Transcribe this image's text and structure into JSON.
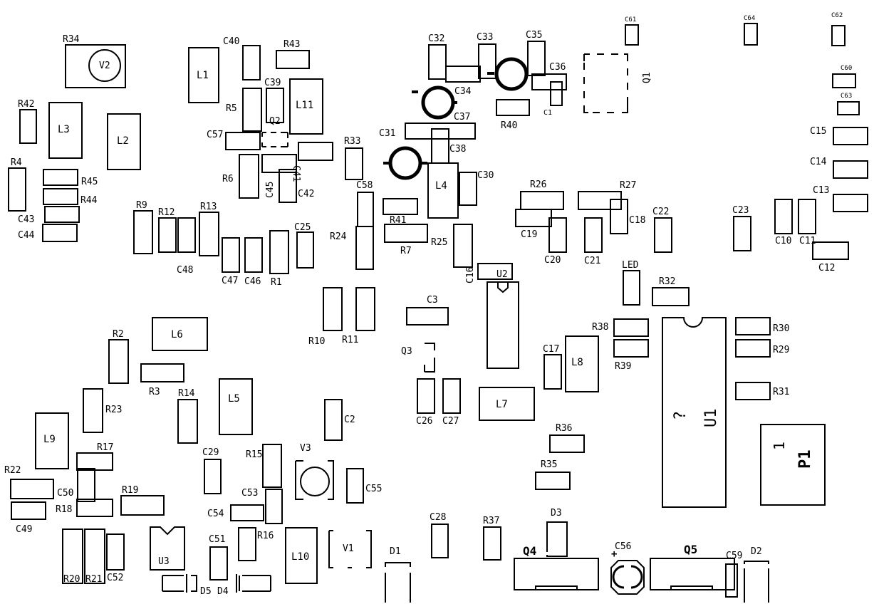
{
  "components": [
    {
      "id": "R34",
      "label": "R34"
    },
    {
      "id": "V2",
      "label": "V2"
    },
    {
      "id": "R42",
      "label": "R42"
    },
    {
      "id": "L3",
      "label": "L3"
    },
    {
      "id": "L2",
      "label": "L2"
    },
    {
      "id": "R4",
      "label": "R4"
    },
    {
      "id": "R45",
      "label": "R45"
    },
    {
      "id": "R44",
      "label": "R44"
    },
    {
      "id": "C43",
      "label": "C43"
    },
    {
      "id": "C44",
      "label": "C44"
    },
    {
      "id": "L1",
      "label": "L1"
    },
    {
      "id": "C40",
      "label": "C40"
    },
    {
      "id": "R43",
      "label": "R43"
    },
    {
      "id": "R5",
      "label": "R5"
    },
    {
      "id": "C39",
      "label": "C39"
    },
    {
      "id": "L11",
      "label": "L11"
    },
    {
      "id": "Q2",
      "label": "Q2"
    },
    {
      "id": "C57",
      "label": "C57"
    },
    {
      "id": "C41",
      "label": "C41"
    },
    {
      "id": "R6",
      "label": "R6"
    },
    {
      "id": "C45",
      "label": "C45"
    },
    {
      "id": "C42",
      "label": "C42"
    },
    {
      "id": "R9",
      "label": "R9"
    },
    {
      "id": "R12",
      "label": "R12"
    },
    {
      "id": "R13",
      "label": "R13"
    },
    {
      "id": "C48",
      "label": "C48"
    },
    {
      "id": "C47",
      "label": "C47"
    },
    {
      "id": "C46",
      "label": "C46"
    },
    {
      "id": "R1",
      "label": "R1"
    },
    {
      "id": "C25",
      "label": "C25"
    },
    {
      "id": "R33",
      "label": "R33"
    },
    {
      "id": "C58",
      "label": "C58"
    },
    {
      "id": "R24",
      "label": "R24"
    },
    {
      "id": "C32",
      "label": "C32"
    },
    {
      "id": "C33",
      "label": "C33"
    },
    {
      "id": "C35",
      "label": "C35"
    },
    {
      "id": "C36",
      "label": "C36"
    },
    {
      "id": "C34",
      "label": "C34"
    },
    {
      "id": "C1",
      "label": "C1"
    },
    {
      "id": "C37",
      "label": "C37"
    },
    {
      "id": "R40",
      "label": "R40"
    },
    {
      "id": "C31",
      "label": "C31"
    },
    {
      "id": "C38",
      "label": "C38"
    },
    {
      "id": "L4",
      "label": "L4"
    },
    {
      "id": "C30",
      "label": "C30"
    },
    {
      "id": "R41",
      "label": "R41"
    },
    {
      "id": "R7",
      "label": "R7"
    },
    {
      "id": "R25",
      "label": "R25"
    },
    {
      "id": "C16",
      "label": "C16"
    },
    {
      "id": "U2",
      "label": "U2"
    },
    {
      "id": "Q1",
      "label": "Q1"
    },
    {
      "id": "C61",
      "label": "C61"
    },
    {
      "id": "C64",
      "label": "C64"
    },
    {
      "id": "C62",
      "label": "C62"
    },
    {
      "id": "C60",
      "label": "C60"
    },
    {
      "id": "C63",
      "label": "C63"
    },
    {
      "id": "C15",
      "label": "C15"
    },
    {
      "id": "C14",
      "label": "C14"
    },
    {
      "id": "C13",
      "label": "C13"
    },
    {
      "id": "R26",
      "label": "R26"
    },
    {
      "id": "R27",
      "label": "R27"
    },
    {
      "id": "C19",
      "label": "C19"
    },
    {
      "id": "C20",
      "label": "C20"
    },
    {
      "id": "C21",
      "label": "C21"
    },
    {
      "id": "C18",
      "label": "C18"
    },
    {
      "id": "C22",
      "label": "C22"
    },
    {
      "id": "C23",
      "label": "C23"
    },
    {
      "id": "C10",
      "label": "C10"
    },
    {
      "id": "C11",
      "label": "C11"
    },
    {
      "id": "C12",
      "label": "C12"
    },
    {
      "id": "LED",
      "label": "LED"
    },
    {
      "id": "R32",
      "label": "R32"
    },
    {
      "id": "R10",
      "label": "R10"
    },
    {
      "id": "R11",
      "label": "R11"
    },
    {
      "id": "C3",
      "label": "C3"
    },
    {
      "id": "Q3",
      "label": "Q3"
    },
    {
      "id": "C26",
      "label": "C26"
    },
    {
      "id": "C27",
      "label": "C27"
    },
    {
      "id": "L7",
      "label": "L7"
    },
    {
      "id": "C17",
      "label": "C17"
    },
    {
      "id": "L8",
      "label": "L8"
    },
    {
      "id": "R38",
      "label": "R38"
    },
    {
      "id": "R39",
      "label": "R39"
    },
    {
      "id": "R30",
      "label": "R30"
    },
    {
      "id": "R29",
      "label": "R29"
    },
    {
      "id": "R31",
      "label": "R31"
    },
    {
      "id": "U1",
      "label": "U1"
    },
    {
      "id": "U1-mark",
      "label": "?"
    },
    {
      "id": "P1",
      "label": "P1"
    },
    {
      "id": "P1-pin",
      "label": "1"
    },
    {
      "id": "R36",
      "label": "R36"
    },
    {
      "id": "R35",
      "label": "R35"
    },
    {
      "id": "R2",
      "label": "R2"
    },
    {
      "id": "L6",
      "label": "L6"
    },
    {
      "id": "R3",
      "label": "R3"
    },
    {
      "id": "R14",
      "label": "R14"
    },
    {
      "id": "L5",
      "label": "L5"
    },
    {
      "id": "R23",
      "label": "R23"
    },
    {
      "id": "C2",
      "label": "C2"
    },
    {
      "id": "L9",
      "label": "L9"
    },
    {
      "id": "R17",
      "label": "R17"
    },
    {
      "id": "R22",
      "label": "R22"
    },
    {
      "id": "C50",
      "label": "C50"
    },
    {
      "id": "R18",
      "label": "R18"
    },
    {
      "id": "C49",
      "label": "C49"
    },
    {
      "id": "R19",
      "label": "R19"
    },
    {
      "id": "C29",
      "label": "C29"
    },
    {
      "id": "R15",
      "label": "R15"
    },
    {
      "id": "V3",
      "label": "V3"
    },
    {
      "id": "C55",
      "label": "C55"
    },
    {
      "id": "C53",
      "label": "C53"
    },
    {
      "id": "C54",
      "label": "C54"
    },
    {
      "id": "R16",
      "label": "R16"
    },
    {
      "id": "C51",
      "label": "C51"
    },
    {
      "id": "L10",
      "label": "L10"
    },
    {
      "id": "V1",
      "label": "V1"
    },
    {
      "id": "D1",
      "label": "D1"
    },
    {
      "id": "C28",
      "label": "C28"
    },
    {
      "id": "R37",
      "label": "R37"
    },
    {
      "id": "D3",
      "label": "D3"
    },
    {
      "id": "Q4",
      "label": "Q4"
    },
    {
      "id": "C56",
      "label": "C56"
    },
    {
      "id": "Q5",
      "label": "Q5"
    },
    {
      "id": "C59",
      "label": "C59"
    },
    {
      "id": "D2",
      "label": "D2"
    },
    {
      "id": "R20",
      "label": "R20"
    },
    {
      "id": "R21",
      "label": "R21"
    },
    {
      "id": "C52",
      "label": "C52"
    },
    {
      "id": "U3",
      "label": "U3"
    },
    {
      "id": "D5",
      "label": "D5"
    },
    {
      "id": "D4",
      "label": "D4"
    },
    {
      "id": "C56-plus",
      "label": "+"
    }
  ]
}
